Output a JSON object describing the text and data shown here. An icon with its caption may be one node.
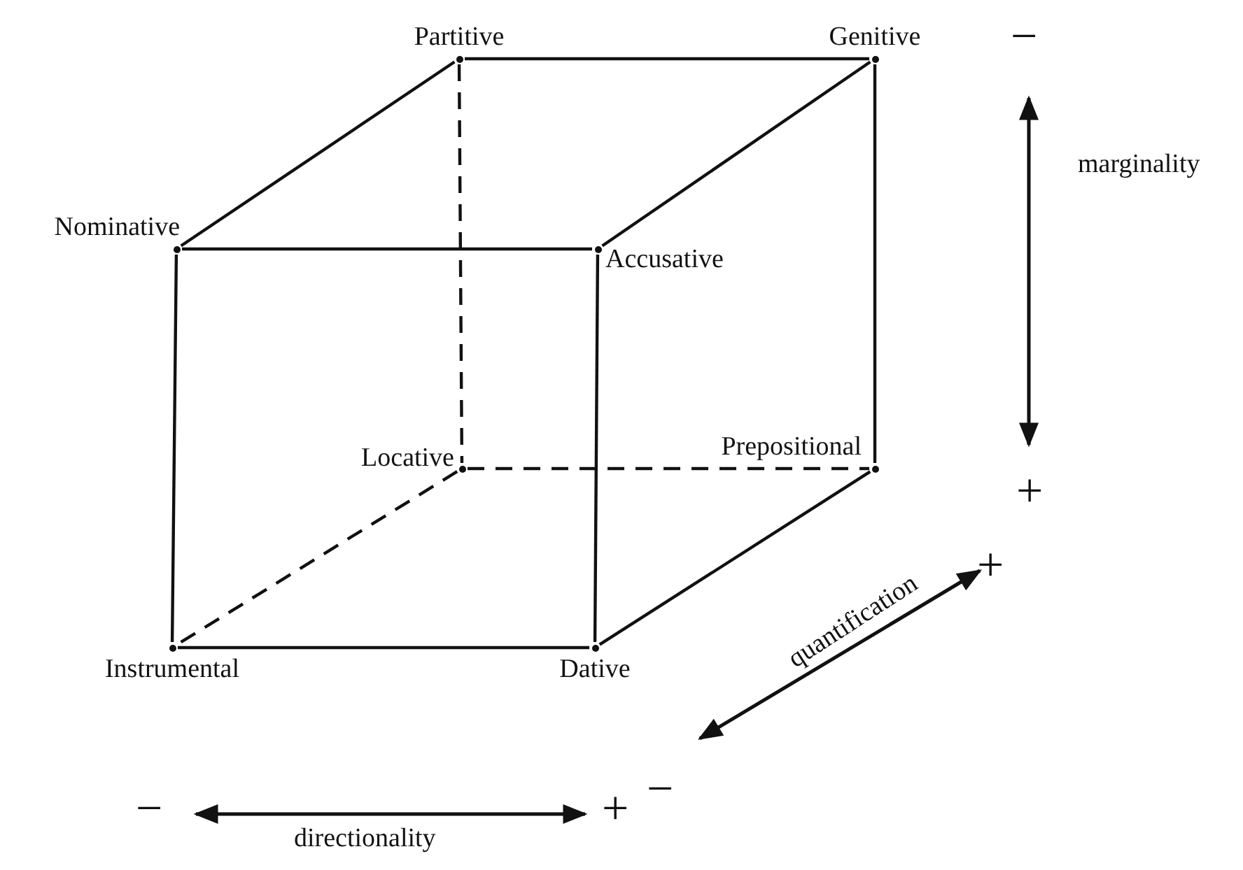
{
  "diagram": {
    "nodes": [
      {
        "text": [
          "Partitive"
        ]
      },
      {
        "text": [
          "Genitive"
        ]
      },
      {
        "text": [
          "Nominative"
        ]
      },
      {
        "text": [
          "Accusative"
        ]
      },
      {
        "text": [
          "Locative"
        ]
      },
      {
        "text": [
          "Prepositional"
        ]
      },
      {
        "text": [
          "Instrumental"
        ]
      },
      {
        "text": [
          "Dative"
        ]
      }
    ],
    "edges": [
      {
        "from": 0,
        "to": 1,
        "arrow": "none"
      },
      {
        "from": 0,
        "to": 2,
        "arrow": "none"
      },
      {
        "from": 1,
        "to": 3,
        "arrow": "none"
      },
      {
        "from": 2,
        "to": 3,
        "arrow": "none"
      },
      {
        "from": 0,
        "to": 4,
        "arrow": "none",
        "style": "dashed"
      },
      {
        "from": 1,
        "to": 5,
        "arrow": "none"
      },
      {
        "from": 2,
        "to": 6,
        "arrow": "none"
      },
      {
        "from": 3,
        "to": 7,
        "arrow": "none"
      },
      {
        "from": 4,
        "to": 5,
        "arrow": "none",
        "style": "dashed"
      },
      {
        "from": 4,
        "to": 6,
        "arrow": "none",
        "style": "dashed"
      },
      {
        "from": 5,
        "to": 7,
        "arrow": "none"
      },
      {
        "from": 6,
        "to": 7,
        "arrow": "none"
      }
    ],
    "labels": [
      "−",
      "marginality",
      "+",
      "+",
      "quantification",
      "−",
      "−",
      "+",
      "directionality"
    ]
  }
}
